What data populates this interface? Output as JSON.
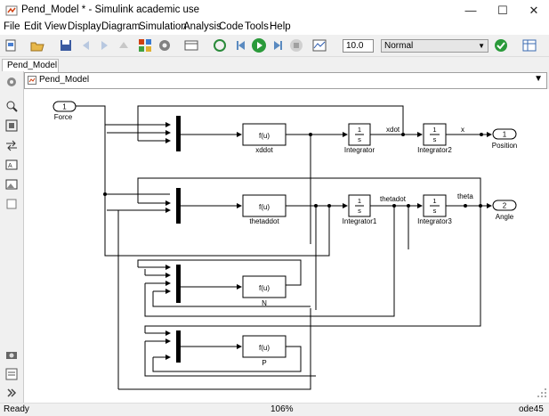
{
  "window": {
    "title": "Pend_Model * - Simulink academic use",
    "controls": [
      "minimize-icon",
      "maximize-icon",
      "close-icon"
    ]
  },
  "menu": [
    "File",
    "Edit",
    "View",
    "Display",
    "Diagram",
    "Simulation",
    "Analysis",
    "Code",
    "Tools",
    "Help"
  ],
  "toolbar": {
    "stop_time": "10.0",
    "sim_mode": "Normal"
  },
  "tab": {
    "label": "Pend_Model"
  },
  "address": {
    "label": "Pend_Model"
  },
  "diagram": {
    "inports": [
      {
        "num": "1",
        "name": "Force"
      }
    ],
    "outports": [
      {
        "num": "1",
        "name": "Position"
      },
      {
        "num": "2",
        "name": "Angle"
      }
    ],
    "fcn_blocks": [
      {
        "expr": "f(u)",
        "name": "xddot"
      },
      {
        "expr": "f(u)",
        "name": "thetaddot"
      },
      {
        "expr": "f(u)",
        "name": "N"
      },
      {
        "expr": "f(u)",
        "name": "P"
      }
    ],
    "integrators": [
      {
        "num": "1",
        "den": "s",
        "name": "Integrator"
      },
      {
        "num": "1",
        "den": "s",
        "name": "Integrator2"
      },
      {
        "num": "1",
        "den": "s",
        "name": "Integrator1"
      },
      {
        "num": "1",
        "den": "s",
        "name": "Integrator3"
      }
    ],
    "signal_labels": {
      "xdot": "xdot",
      "x": "x",
      "thetadot": "thetadot",
      "theta": "theta"
    }
  },
  "status": {
    "left": "Ready",
    "zoom": "106%",
    "solver": "ode45"
  }
}
